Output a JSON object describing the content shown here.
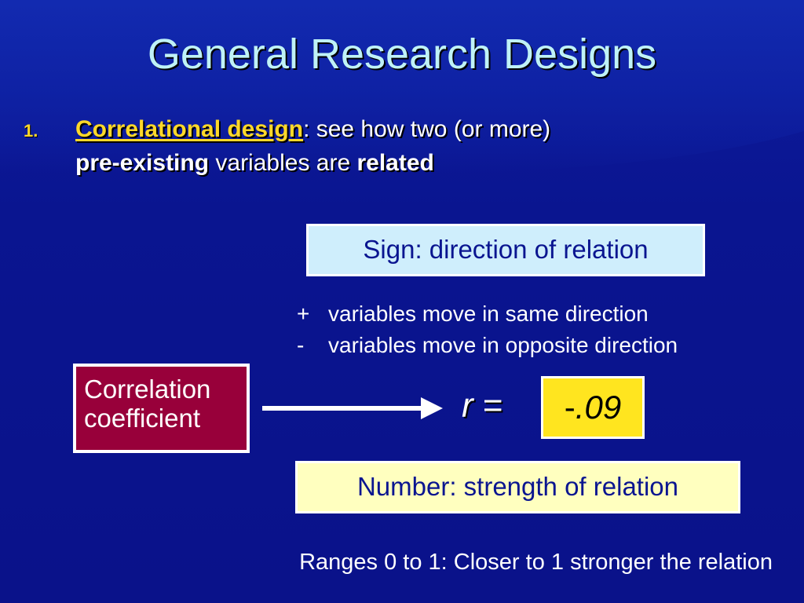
{
  "slide": {
    "title": "General Research Designs",
    "item": {
      "number": "1.",
      "term": "Correlational design",
      "text_a": ": see how two (or more)",
      "bold_a": "pre-existing",
      "text_b": " variables are ",
      "bold_b": "related"
    },
    "sign_box": "Sign: direction of relation",
    "sign_items": [
      {
        "symbol": "+",
        "text": "variables move in same direction"
      },
      {
        "symbol": "-",
        "text": "variables move in opposite direction"
      }
    ],
    "coefficient_box": {
      "line1": "Correlation",
      "line2": "coefficient"
    },
    "formula": {
      "variable": "r",
      "equals": " ="
    },
    "value": {
      "sign": "-",
      "number": ".09"
    },
    "number_box": "Number: strength of relation",
    "footer": "Ranges 0 to 1: Closer to 1 stronger the relation"
  },
  "colors": {
    "background": "#0a128a",
    "title": "#bff2f7",
    "accent_yellow": "#ffd829",
    "sign_box": "#cfeefc",
    "coefficient_box": "#98003a",
    "value_box": "#ffe51f",
    "number_box": "#ffffbf"
  },
  "icons": {
    "arrow": "right-arrow-icon"
  }
}
